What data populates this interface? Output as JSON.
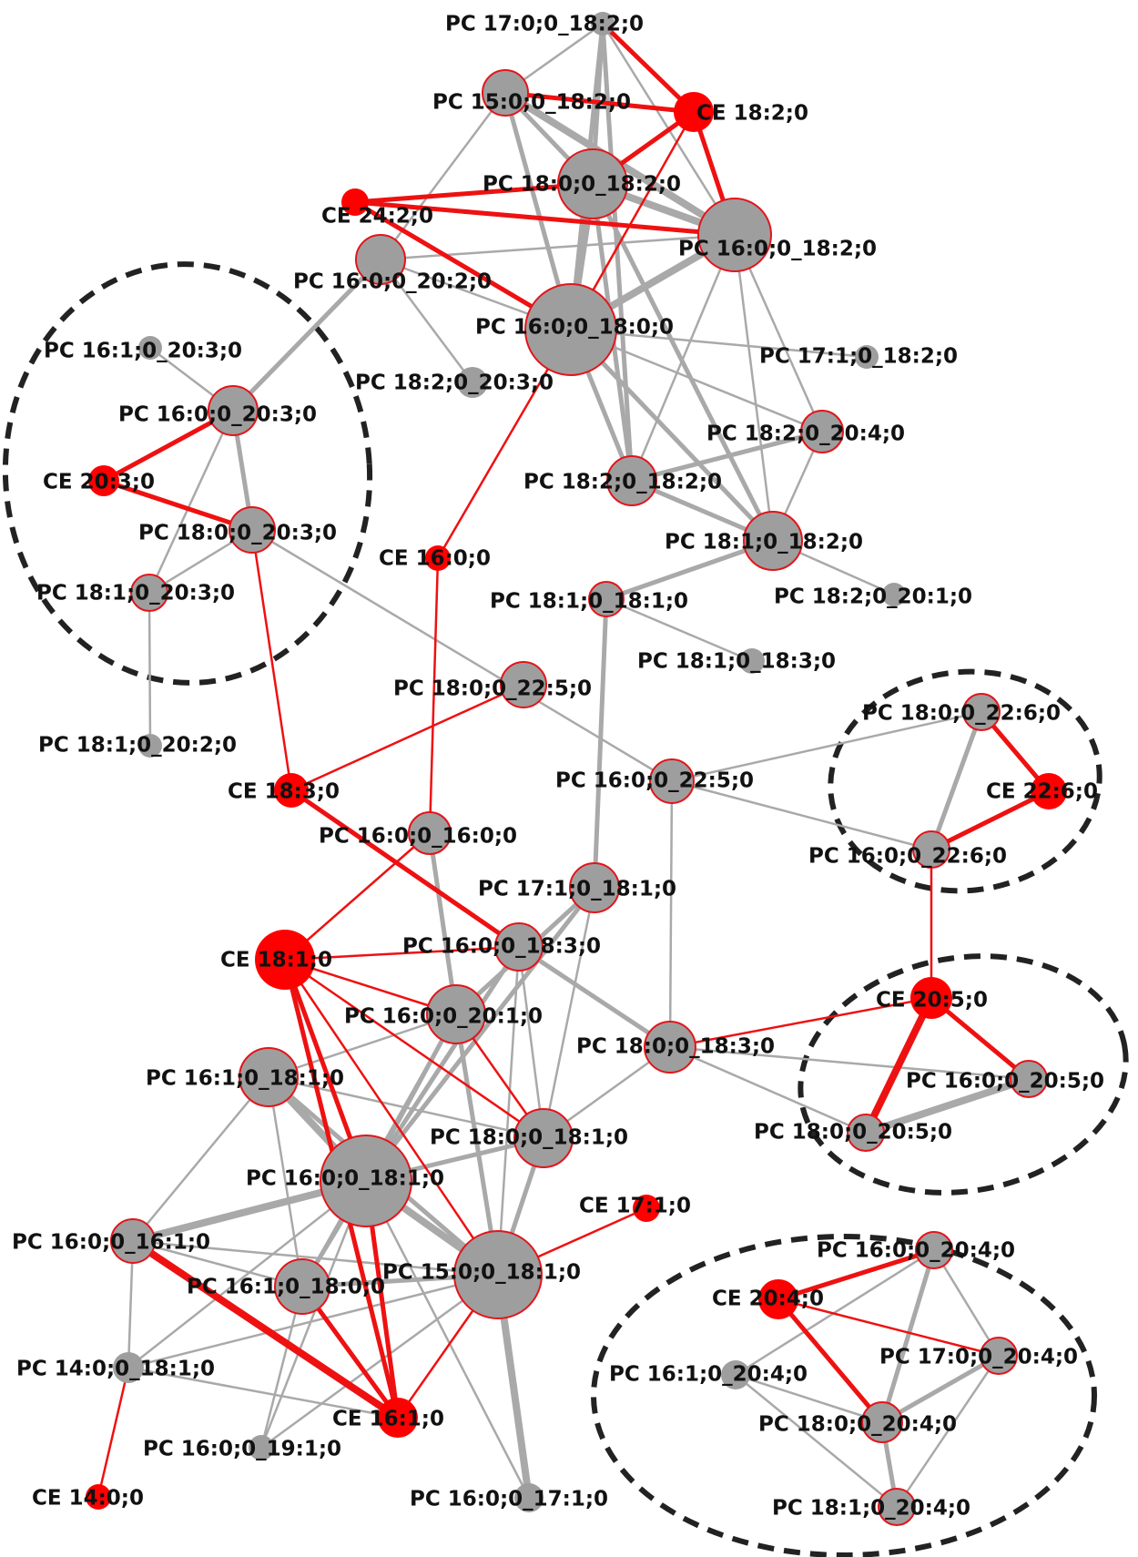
{
  "colors": {
    "ce_node": "#ff0000",
    "pc_node": "#9e9e9e",
    "pc_node_stroke": "#e3151a",
    "ce_edge": "#ee1111",
    "pc_edge": "#a9a9a9",
    "cluster_outline": "#222222"
  },
  "nodes": [
    {
      "id": "pc_17_0_18_2",
      "label": "PC 17:0;0_18:2;0",
      "class": "pc"
    },
    {
      "id": "pc_15_0_18_2",
      "label": "PC 15:0;0_18:2;0",
      "class": "pc"
    },
    {
      "id": "ce_18_2",
      "label": "CE 18:2;0",
      "class": "ce"
    },
    {
      "id": "pc_18_0_18_2",
      "label": "PC 18:0;0_18:2;0",
      "class": "pc"
    },
    {
      "id": "ce_24_2",
      "label": "CE 24:2;0",
      "class": "ce"
    },
    {
      "id": "pc_16_0_18_2",
      "label": "PC 16:0;0_18:2;0",
      "class": "pc"
    },
    {
      "id": "pc_16_0_20_2",
      "label": "PC 16:0;0_20:2;0",
      "class": "pc"
    },
    {
      "id": "pc_16_0_18_0",
      "label": "PC 16:0;0_18:0;0",
      "class": "pc"
    },
    {
      "id": "pc_16_1_20_3",
      "label": "PC 16:1;0_20:3;0",
      "class": "pc"
    },
    {
      "id": "pc_17_1_18_2",
      "label": "PC 17:1;0_18:2;0",
      "class": "pc"
    },
    {
      "id": "pc_18_2_20_3",
      "label": "PC 18:2;0_20:3;0",
      "class": "pc"
    },
    {
      "id": "pc_16_0_20_3",
      "label": "PC 16:0;0_20:3;0",
      "class": "pc"
    },
    {
      "id": "pc_18_2_20_4",
      "label": "PC 18:2;0_20:4;0",
      "class": "pc"
    },
    {
      "id": "ce_20_3",
      "label": "CE 20:3;0",
      "class": "ce"
    },
    {
      "id": "pc_18_2_18_2",
      "label": "PC 18:2;0_18:2;0",
      "class": "pc"
    },
    {
      "id": "pc_18_0_20_3",
      "label": "PC 18:0;0_20:3;0",
      "class": "pc"
    },
    {
      "id": "pc_18_1_18_2",
      "label": "PC 18:1;0_18:2;0",
      "class": "pc"
    },
    {
      "id": "ce_16_0",
      "label": "CE 16:0;0",
      "class": "ce"
    },
    {
      "id": "pc_18_1_20_3",
      "label": "PC 18:1;0_20:3;0",
      "class": "pc"
    },
    {
      "id": "pc_18_1_18_1",
      "label": "PC 18:1;0_18:1;0",
      "class": "pc"
    },
    {
      "id": "pc_18_2_20_1",
      "label": "PC 18:2;0_20:1;0",
      "class": "pc"
    },
    {
      "id": "pc_18_1_18_3",
      "label": "PC 18:1;0_18:3;0",
      "class": "pc"
    },
    {
      "id": "pc_18_0_22_5",
      "label": "PC 18:0;0_22:5;0",
      "class": "pc"
    },
    {
      "id": "pc_18_0_22_6",
      "label": "PC 18:0;0_22:6;0",
      "class": "pc"
    },
    {
      "id": "pc_18_1_20_2",
      "label": "PC 18:1;0_20:2;0",
      "class": "pc"
    },
    {
      "id": "pc_16_0_22_5",
      "label": "PC 16:0;0_22:5;0",
      "class": "pc"
    },
    {
      "id": "ce_22_6",
      "label": "CE 22:6;0",
      "class": "ce"
    },
    {
      "id": "ce_18_3",
      "label": "CE 18:3;0",
      "class": "ce"
    },
    {
      "id": "pc_16_0_16_0",
      "label": "PC 16:0;0_16:0;0",
      "class": "pc"
    },
    {
      "id": "pc_16_0_22_6",
      "label": "PC 16:0;0_22:6;0",
      "class": "pc"
    },
    {
      "id": "pc_17_1_18_1",
      "label": "PC 17:1;0_18:1;0",
      "class": "pc"
    },
    {
      "id": "ce_18_1",
      "label": "CE 18:1;0",
      "class": "ce"
    },
    {
      "id": "pc_16_0_18_3",
      "label": "PC 16:0;0_18:3;0",
      "class": "pc"
    },
    {
      "id": "ce_20_5",
      "label": "CE 20:5;0",
      "class": "ce"
    },
    {
      "id": "pc_16_0_20_1",
      "label": "PC 16:0;0_20:1;0",
      "class": "pc"
    },
    {
      "id": "pc_18_0_18_3",
      "label": "PC 18:0;0_18:3;0",
      "class": "pc"
    },
    {
      "id": "pc_16_1_18_1",
      "label": "PC 16:1;0_18:1;0",
      "class": "pc"
    },
    {
      "id": "pc_16_0_20_5",
      "label": "PC 16:0;0_20:5;0",
      "class": "pc"
    },
    {
      "id": "pc_18_0_18_1",
      "label": "PC 18:0;0_18:1;0",
      "class": "pc"
    },
    {
      "id": "pc_18_0_20_5",
      "label": "PC 18:0;0_20:5;0",
      "class": "pc"
    },
    {
      "id": "pc_16_0_18_1",
      "label": "PC 16:0;0_18:1;0",
      "class": "pc"
    },
    {
      "id": "ce_17_1",
      "label": "CE 17:1;0",
      "class": "ce"
    },
    {
      "id": "pc_16_0_16_1",
      "label": "PC 16:0;0_16:1;0",
      "class": "pc"
    },
    {
      "id": "pc_16_0_20_4",
      "label": "PC 16:0;0_20:4;0",
      "class": "pc"
    },
    {
      "id": "pc_16_1_18_0",
      "label": "PC 16:1;0_18:0;0",
      "class": "pc"
    },
    {
      "id": "pc_15_0_18_1",
      "label": "PC 15:0;0_18:1;0",
      "class": "pc"
    },
    {
      "id": "ce_20_4",
      "label": "CE 20:4;0",
      "class": "ce"
    },
    {
      "id": "pc_17_0_20_4",
      "label": "PC 17:0;0_20:4;0",
      "class": "pc"
    },
    {
      "id": "pc_14_0_18_1",
      "label": "PC 14:0;0_18:1;0",
      "class": "pc"
    },
    {
      "id": "pc_16_1_20_4",
      "label": "PC 16:1;0_20:4;0",
      "class": "pc"
    },
    {
      "id": "ce_16_1",
      "label": "CE 16:1;0",
      "class": "ce"
    },
    {
      "id": "pc_18_0_20_4",
      "label": "PC 18:0;0_20:4;0",
      "class": "pc"
    },
    {
      "id": "pc_16_0_19_1",
      "label": "PC 16:0;0_19:1;0",
      "class": "pc"
    },
    {
      "id": "ce_14_0",
      "label": "CE 14:0;0",
      "class": "ce"
    },
    {
      "id": "pc_16_0_17_1",
      "label": "PC 16:0;0_17:1;0",
      "class": "pc"
    },
    {
      "id": "pc_18_1_20_4",
      "label": "PC 18:1;0_20:4;0",
      "class": "pc"
    }
  ],
  "edges": [
    {
      "source": "pc_17_0_18_2",
      "target": "pc_15_0_18_2",
      "type": "gray",
      "weight": 1
    },
    {
      "source": "pc_17_0_18_2",
      "target": "ce_18_2",
      "type": "red",
      "weight": 2
    },
    {
      "source": "pc_17_0_18_2",
      "target": "pc_18_0_18_2",
      "type": "gray",
      "weight": 2
    },
    {
      "source": "pc_17_0_18_2",
      "target": "pc_16_0_18_2",
      "type": "gray",
      "weight": 1
    },
    {
      "source": "pc_17_0_18_2",
      "target": "pc_16_0_18_0",
      "type": "gray",
      "weight": 2
    },
    {
      "source": "pc_17_0_18_2",
      "target": "pc_18_2_18_2",
      "type": "gray",
      "weight": 2
    },
    {
      "source": "pc_15_0_18_2",
      "target": "ce_18_2",
      "type": "red",
      "weight": 2
    },
    {
      "source": "pc_15_0_18_2",
      "target": "pc_18_0_18_2",
      "type": "gray",
      "weight": 2
    },
    {
      "source": "pc_15_0_18_2",
      "target": "pc_16_0_18_2",
      "type": "gray",
      "weight": 3
    },
    {
      "source": "pc_15_0_18_2",
      "target": "pc_16_0_20_2",
      "type": "gray",
      "weight": 1
    },
    {
      "source": "pc_15_0_18_2",
      "target": "pc_16_0_18_0",
      "type": "gray",
      "weight": 2
    },
    {
      "source": "ce_18_2",
      "target": "pc_18_0_18_2",
      "type": "red",
      "weight": 2
    },
    {
      "source": "ce_18_2",
      "target": "pc_16_0_18_2",
      "type": "red",
      "weight": 2
    },
    {
      "source": "ce_18_2",
      "target": "pc_16_0_18_0",
      "type": "red",
      "weight": 1
    },
    {
      "source": "ce_24_2",
      "target": "pc_18_0_18_2",
      "type": "red",
      "weight": 2
    },
    {
      "source": "ce_24_2",
      "target": "pc_16_0_18_2",
      "type": "red",
      "weight": 2
    },
    {
      "source": "ce_24_2",
      "target": "pc_16_0_18_0",
      "type": "red",
      "weight": 2
    },
    {
      "source": "pc_18_0_18_2",
      "target": "pc_16_0_18_2",
      "type": "gray",
      "weight": 3
    },
    {
      "source": "pc_18_0_18_2",
      "target": "pc_16_0_18_0",
      "type": "gray",
      "weight": 3
    },
    {
      "source": "pc_18_0_18_2",
      "target": "pc_18_2_18_2",
      "type": "gray",
      "weight": 2
    },
    {
      "source": "pc_18_0_18_2",
      "target": "pc_18_1_18_2",
      "type": "gray",
      "weight": 2
    },
    {
      "source": "pc_16_0_18_2",
      "target": "pc_16_0_18_0",
      "type": "gray",
      "weight": 3
    },
    {
      "source": "pc_16_0_18_2",
      "target": "pc_16_0_20_2",
      "type": "gray",
      "weight": 1
    },
    {
      "source": "pc_16_0_18_2",
      "target": "pc_18_2_20_4",
      "type": "gray",
      "weight": 1
    },
    {
      "source": "pc_16_0_18_2",
      "target": "pc_18_2_18_2",
      "type": "gray",
      "weight": 1
    },
    {
      "source": "pc_16_0_18_2",
      "target": "pc_18_1_18_2",
      "type": "gray",
      "weight": 1
    },
    {
      "source": "pc_16_0_20_2",
      "target": "pc_16_0_18_0",
      "type": "gray",
      "weight": 1
    },
    {
      "source": "pc_16_0_20_2",
      "target": "pc_18_2_20_3",
      "type": "gray",
      "weight": 1
    },
    {
      "source": "pc_16_0_20_2",
      "target": "pc_16_0_20_3",
      "type": "gray",
      "weight": 2
    },
    {
      "source": "pc_16_0_18_0",
      "target": "pc_17_1_18_2",
      "type": "gray",
      "weight": 1
    },
    {
      "source": "pc_16_0_18_0",
      "target": "pc_18_2_20_4",
      "type": "gray",
      "weight": 1
    },
    {
      "source": "pc_16_0_18_0",
      "target": "pc_18_2_18_2",
      "type": "gray",
      "weight": 2
    },
    {
      "source": "pc_16_0_18_0",
      "target": "pc_18_1_18_2",
      "type": "gray",
      "weight": 2
    },
    {
      "source": "pc_16_0_18_0",
      "target": "ce_16_0",
      "type": "red",
      "weight": 1
    },
    {
      "source": "pc_18_2_18_2",
      "target": "pc_18_2_20_4",
      "type": "gray",
      "weight": 2
    },
    {
      "source": "pc_18_2_18_2",
      "target": "pc_18_1_18_2",
      "type": "gray",
      "weight": 2
    },
    {
      "source": "pc_18_2_20_4",
      "target": "pc_18_1_18_2",
      "type": "gray",
      "weight": 1
    },
    {
      "source": "pc_18_1_18_2",
      "target": "pc_18_2_20_1",
      "type": "gray",
      "weight": 1
    },
    {
      "source": "pc_18_1_18_2",
      "target": "pc_18_1_18_1",
      "type": "gray",
      "weight": 2
    },
    {
      "source": "pc_16_1_20_3",
      "target": "pc_16_0_20_3",
      "type": "gray",
      "weight": 1
    },
    {
      "source": "pc_16_0_20_3",
      "target": "ce_20_3",
      "type": "red",
      "weight": 2
    },
    {
      "source": "pc_16_0_20_3",
      "target": "pc_18_0_20_3",
      "type": "gray",
      "weight": 2
    },
    {
      "source": "pc_16_0_20_3",
      "target": "pc_18_1_20_3",
      "type": "gray",
      "weight": 1
    },
    {
      "source": "ce_20_3",
      "target": "pc_18_0_20_3",
      "type": "red",
      "weight": 2
    },
    {
      "source": "pc_18_0_20_3",
      "target": "pc_18_1_20_3",
      "type": "gray",
      "weight": 1
    },
    {
      "source": "pc_18_0_20_3",
      "target": "ce_18_3",
      "type": "red",
      "weight": 1
    },
    {
      "source": "pc_18_0_20_3",
      "target": "pc_16_0_22_5",
      "type": "gray",
      "weight": 1
    },
    {
      "source": "pc_18_1_20_3",
      "target": "pc_18_1_20_2",
      "type": "gray",
      "weight": 1
    },
    {
      "source": "ce_16_0",
      "target": "pc_16_0_16_0",
      "type": "red",
      "weight": 1
    },
    {
      "source": "pc_18_1_18_1",
      "target": "pc_18_1_18_3",
      "type": "gray",
      "weight": 1
    },
    {
      "source": "pc_18_1_18_1",
      "target": "pc_17_1_18_1",
      "type": "gray",
      "weight": 2
    },
    {
      "source": "pc_18_0_22_5",
      "target": "ce_18_3",
      "type": "red",
      "weight": 1
    },
    {
      "source": "pc_16_0_22_5",
      "target": "pc_16_0_22_6",
      "type": "gray",
      "weight": 1
    },
    {
      "source": "pc_16_0_22_5",
      "target": "pc_18_0_18_3",
      "type": "gray",
      "weight": 1
    },
    {
      "source": "pc_18_0_22_6",
      "target": "ce_22_6",
      "type": "red",
      "weight": 2
    },
    {
      "source": "pc_18_0_22_6",
      "target": "pc_16_0_22_6",
      "type": "gray",
      "weight": 2
    },
    {
      "source": "pc_18_0_22_6",
      "target": "pc_16_0_22_5",
      "type": "gray",
      "weight": 1
    },
    {
      "source": "ce_22_6",
      "target": "pc_16_0_22_6",
      "type": "red",
      "weight": 2
    },
    {
      "source": "pc_16_0_22_6",
      "target": "ce_20_5",
      "type": "red",
      "weight": 1
    },
    {
      "source": "ce_18_3",
      "target": "pc_16_0_18_3",
      "type": "red",
      "weight": 2
    },
    {
      "source": "pc_16_0_16_0",
      "target": "ce_18_1",
      "type": "red",
      "weight": 1
    },
    {
      "source": "pc_16_0_16_0",
      "target": "pc_16_0_20_1",
      "type": "gray",
      "weight": 2
    },
    {
      "source": "pc_17_1_18_1",
      "target": "pc_16_0_20_1",
      "type": "gray",
      "weight": 2
    },
    {
      "source": "pc_17_1_18_1",
      "target": "pc_18_0_18_1",
      "type": "gray",
      "weight": 1
    },
    {
      "source": "pc_17_1_18_1",
      "target": "pc_16_0_18_1",
      "type": "gray",
      "weight": 2
    },
    {
      "source": "ce_18_1",
      "target": "pc_16_0_18_3",
      "type": "red",
      "weight": 1
    },
    {
      "source": "ce_18_1",
      "target": "pc_16_0_20_1",
      "type": "red",
      "weight": 1
    },
    {
      "source": "ce_18_1",
      "target": "pc_18_0_18_1",
      "type": "red",
      "weight": 1
    },
    {
      "source": "ce_18_1",
      "target": "pc_16_0_18_1",
      "type": "red",
      "weight": 2
    },
    {
      "source": "ce_18_1",
      "target": "pc_15_0_18_1",
      "type": "red",
      "weight": 1
    },
    {
      "source": "ce_18_1",
      "target": "ce_16_1",
      "type": "red",
      "weight": 2
    },
    {
      "source": "pc_16_0_18_3",
      "target": "pc_18_0_18_3",
      "type": "gray",
      "weight": 2
    },
    {
      "source": "pc_16_0_18_3",
      "target": "pc_16_0_18_1",
      "type": "gray",
      "weight": 2
    },
    {
      "source": "pc_16_0_18_3",
      "target": "pc_15_0_18_1",
      "type": "gray",
      "weight": 1
    },
    {
      "source": "pc_16_0_18_3",
      "target": "pc_18_0_18_1",
      "type": "gray",
      "weight": 1
    },
    {
      "source": "pc_16_0_20_1",
      "target": "pc_16_1_18_1",
      "type": "gray",
      "weight": 1
    },
    {
      "source": "pc_16_0_20_1",
      "target": "pc_18_0_18_1",
      "type": "red",
      "weight": 1
    },
    {
      "source": "pc_16_0_20_1",
      "target": "pc_16_0_18_1",
      "type": "gray",
      "weight": 2
    },
    {
      "source": "pc_16_0_20_1",
      "target": "pc_15_0_18_1",
      "type": "gray",
      "weight": 2
    },
    {
      "source": "pc_16_0_20_1",
      "target": "pc_16_1_18_0",
      "type": "gray",
      "weight": 1
    },
    {
      "source": "pc_18_0_18_3",
      "target": "ce_20_5",
      "type": "red",
      "weight": 1
    },
    {
      "source": "pc_18_0_18_3",
      "target": "pc_16_0_20_5",
      "type": "gray",
      "weight": 1
    },
    {
      "source": "pc_18_0_18_3",
      "target": "pc_18_0_20_5",
      "type": "gray",
      "weight": 1
    },
    {
      "source": "pc_18_0_18_3",
      "target": "pc_18_0_18_1",
      "type": "gray",
      "weight": 1
    },
    {
      "source": "ce_20_5",
      "target": "pc_16_0_20_5",
      "type": "red",
      "weight": 2
    },
    {
      "source": "ce_20_5",
      "target": "pc_18_0_20_5",
      "type": "red",
      "weight": 3
    },
    {
      "source": "pc_16_0_20_5",
      "target": "pc_18_0_20_5",
      "type": "gray",
      "weight": 3
    },
    {
      "source": "pc_16_1_18_1",
      "target": "pc_16_0_18_1",
      "type": "gray",
      "weight": 3
    },
    {
      "source": "pc_16_1_18_1",
      "target": "pc_15_0_18_1",
      "type": "gray",
      "weight": 2
    },
    {
      "source": "pc_16_1_18_1",
      "target": "pc_16_0_16_1",
      "type": "gray",
      "weight": 1
    },
    {
      "source": "pc_16_1_18_1",
      "target": "pc_18_0_18_1",
      "type": "gray",
      "weight": 1
    },
    {
      "source": "pc_16_1_18_1",
      "target": "pc_16_1_18_0",
      "type": "gray",
      "weight": 1
    },
    {
      "source": "pc_18_0_18_1",
      "target": "pc_16_0_18_1",
      "type": "gray",
      "weight": 2
    },
    {
      "source": "pc_18_0_18_1",
      "target": "pc_15_0_18_1",
      "type": "gray",
      "weight": 2
    },
    {
      "source": "pc_16_0_18_1",
      "target": "pc_15_0_18_1",
      "type": "gray",
      "weight": 3
    },
    {
      "source": "pc_16_0_18_1",
      "target": "pc_16_0_16_1",
      "type": "gray",
      "weight": 3
    },
    {
      "source": "pc_16_0_18_1",
      "target": "pc_16_1_18_0",
      "type": "gray",
      "weight": 2
    },
    {
      "source": "pc_16_0_18_1",
      "target": "ce_16_1",
      "type": "red",
      "weight": 2
    },
    {
      "source": "pc_16_0_18_1",
      "target": "pc_14_0_18_1",
      "type": "gray",
      "weight": 1
    },
    {
      "source": "pc_16_0_18_1",
      "target": "pc_16_0_19_1",
      "type": "gray",
      "weight": 1
    },
    {
      "source": "pc_16_0_18_1",
      "target": "pc_16_0_17_1",
      "type": "gray",
      "weight": 1
    },
    {
      "source": "pc_15_0_18_1",
      "target": "ce_17_1",
      "type": "red",
      "weight": 1
    },
    {
      "source": "pc_15_0_18_1",
      "target": "pc_16_0_16_1",
      "type": "gray",
      "weight": 1
    },
    {
      "source": "pc_15_0_18_1",
      "target": "pc_16_1_18_0",
      "type": "gray",
      "weight": 2
    },
    {
      "source": "pc_15_0_18_1",
      "target": "ce_16_1",
      "type": "red",
      "weight": 1
    },
    {
      "source": "pc_15_0_18_1",
      "target": "pc_14_0_18_1",
      "type": "gray",
      "weight": 1
    },
    {
      "source": "pc_15_0_18_1",
      "target": "pc_16_0_17_1",
      "type": "gray",
      "weight": 3
    },
    {
      "source": "pc_15_0_18_1",
      "target": "pc_16_0_19_1",
      "type": "gray",
      "weight": 1
    },
    {
      "source": "pc_16_0_16_1",
      "target": "pc_16_1_18_0",
      "type": "gray",
      "weight": 1
    },
    {
      "source": "pc_16_0_16_1",
      "target": "ce_16_1",
      "type": "red",
      "weight": 3
    },
    {
      "source": "pc_16_0_16_1",
      "target": "pc_14_0_18_1",
      "type": "gray",
      "weight": 1
    },
    {
      "source": "pc_16_1_18_0",
      "target": "ce_16_1",
      "type": "red",
      "weight": 2
    },
    {
      "source": "pc_16_1_18_0",
      "target": "pc_16_0_19_1",
      "type": "gray",
      "weight": 1
    },
    {
      "source": "pc_14_0_18_1",
      "target": "ce_14_0",
      "type": "red",
      "weight": 1
    },
    {
      "source": "pc_14_0_18_1",
      "target": "ce_16_1",
      "type": "gray",
      "weight": 1
    },
    {
      "source": "ce_20_4",
      "target": "pc_16_0_20_4",
      "type": "red",
      "weight": 2
    },
    {
      "source": "ce_20_4",
      "target": "pc_17_0_20_4",
      "type": "red",
      "weight": 1
    },
    {
      "source": "ce_20_4",
      "target": "pc_18_0_20_4",
      "type": "red",
      "weight": 2
    },
    {
      "source": "pc_16_0_20_4",
      "target": "pc_17_0_20_4",
      "type": "gray",
      "weight": 1
    },
    {
      "source": "pc_16_0_20_4",
      "target": "pc_18_0_20_4",
      "type": "gray",
      "weight": 2
    },
    {
      "source": "pc_16_0_20_4",
      "target": "pc_16_1_20_4",
      "type": "gray",
      "weight": 1
    },
    {
      "source": "pc_17_0_20_4",
      "target": "pc_18_0_20_4",
      "type": "gray",
      "weight": 2
    },
    {
      "source": "pc_17_0_20_4",
      "target": "pc_18_1_20_4",
      "type": "gray",
      "weight": 1
    },
    {
      "source": "pc_16_1_20_4",
      "target": "pc_18_0_20_4",
      "type": "gray",
      "weight": 1
    },
    {
      "source": "pc_16_1_20_4",
      "target": "pc_18_1_20_4",
      "type": "gray",
      "weight": 1
    },
    {
      "source": "pc_18_0_20_4",
      "target": "pc_18_1_20_4",
      "type": "gray",
      "weight": 2
    }
  ]
}
